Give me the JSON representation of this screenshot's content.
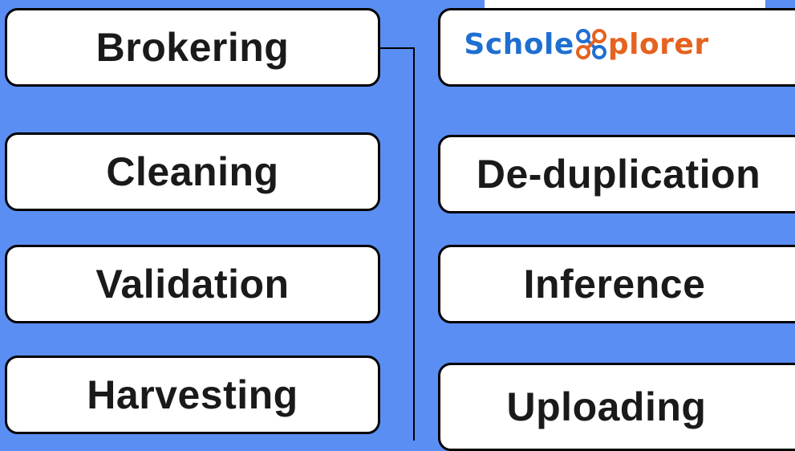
{
  "left_column": {
    "brokering": "Brokering",
    "cleaning": "Cleaning",
    "validation": "Validation",
    "harvesting": "Harvesting"
  },
  "right_column": {
    "logo": {
      "part1": "Schole",
      "part2": "plorer"
    },
    "dedup": "De-duplication",
    "inference": "Inference",
    "uploading": "Uploading"
  },
  "colors": {
    "background": "#5b8ef2",
    "box": "#ffffff",
    "border": "#000000",
    "logo_blue": "#1f6fd1",
    "logo_orange": "#e5621f"
  }
}
